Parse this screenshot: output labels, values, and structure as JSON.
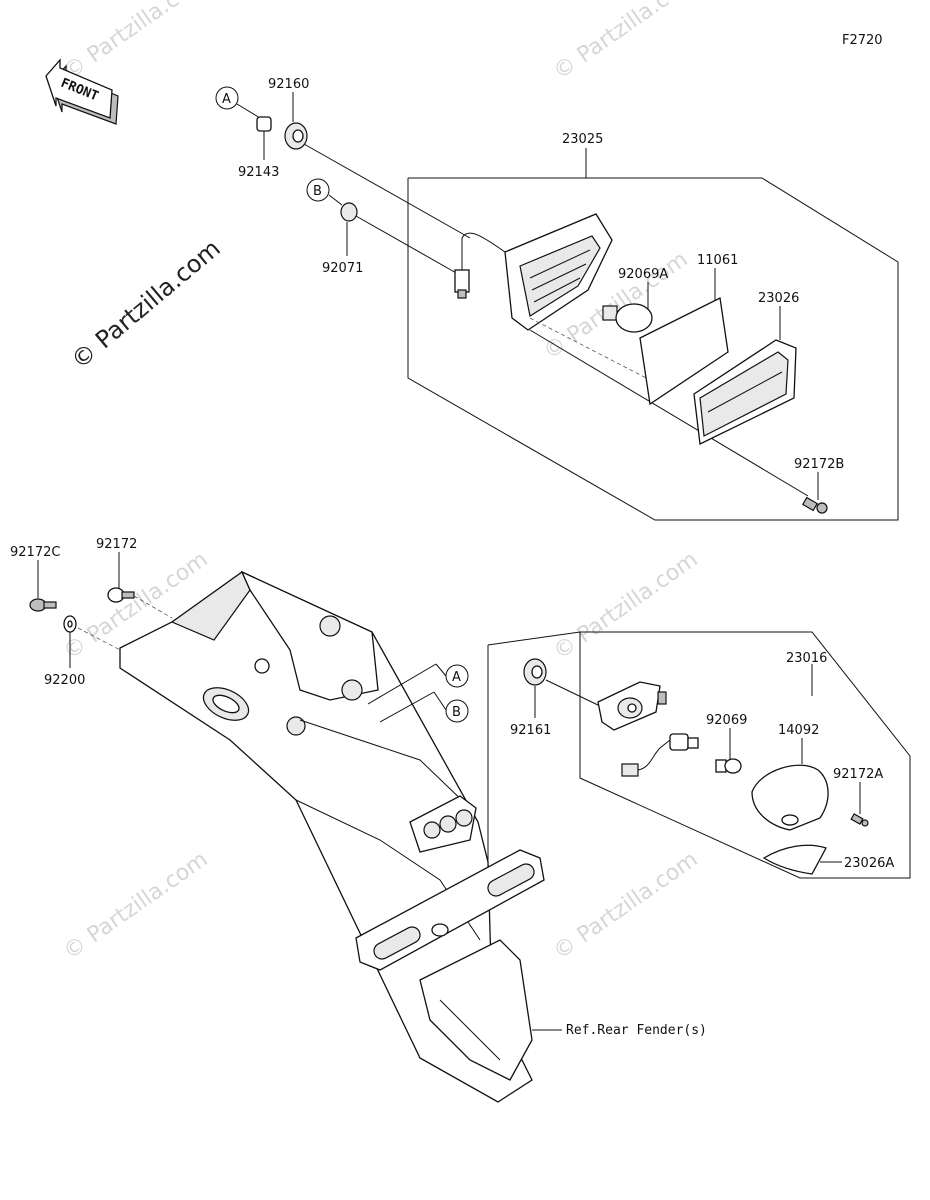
{
  "figure_code": "F2720",
  "front_arrow_label": "FRONT",
  "watermarks": {
    "main": "© Partzilla.com",
    "faint": "© Partzilla.com"
  },
  "callouts": {
    "A": "A",
    "B": "B"
  },
  "parts": {
    "p23025": "23025",
    "p92160": "92160",
    "p92143": "92143",
    "p92071": "92071",
    "p92069A": "92069A",
    "p11061": "11061",
    "p23026": "23026",
    "p92172B": "92172B",
    "p92172C": "92172C",
    "p92172": "92172",
    "p92200": "92200",
    "p23016": "23016",
    "p92161": "92161",
    "p92069": "92069",
    "p14092": "14092",
    "p92172A": "92172A",
    "p23026A": "23026A"
  },
  "reference_note": "Ref.Rear Fender(s)"
}
